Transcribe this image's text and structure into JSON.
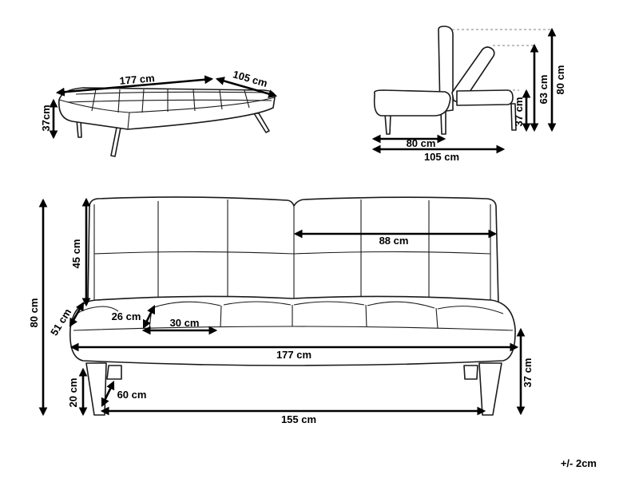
{
  "top_view": {
    "width_label": "177 cm",
    "depth_label": "105 cm",
    "height_label": "37cm"
  },
  "side_view": {
    "depth_seat_label": "80 cm",
    "depth_bed_label": "105 cm",
    "seat_height_label": "37 cm",
    "mid_height_label": "63 cm",
    "total_height_label": "80 cm"
  },
  "front_view": {
    "backrest_width_label": "88 cm",
    "backrest_height_label": "45 cm",
    "total_height_label": "80 cm",
    "armrest_label": "51 cm",
    "cushion_depth_label": "26 cm",
    "cushion_width_label": "30 cm",
    "total_width_label": "177 cm",
    "leg_height_label": "20 cm",
    "leg_offset_label": "60 cm",
    "leg_span_label": "155 cm",
    "seat_height_label": "37 cm"
  },
  "tolerance_note": "+/- 2cm"
}
